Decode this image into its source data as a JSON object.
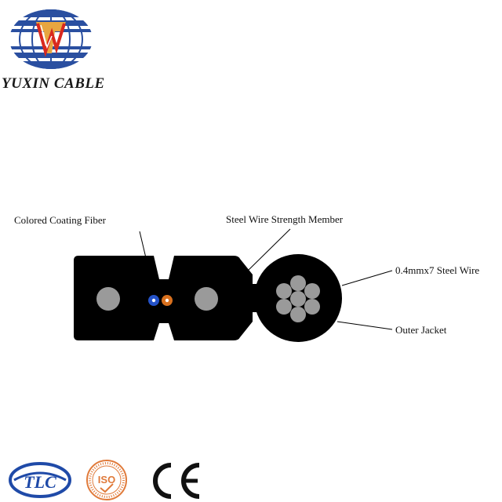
{
  "brand": {
    "name": "YUXIN CABLE",
    "logo_colors": {
      "blue": "#2a4fa0",
      "red": "#d9281e",
      "gold": "#e8a640"
    }
  },
  "diagram": {
    "callouts": {
      "colored_fiber": "Colored Coating Fiber",
      "steel_member": "Steel Wire Strength Member",
      "steel_wire": "0.4mmx7 Steel Wire",
      "outer_jacket": "Outer Jacket"
    },
    "colors": {
      "jacket": "#000000",
      "steel": "#9a9a9a",
      "fiber_blue": "#2452c8",
      "fiber_orange": "#d8701e"
    }
  },
  "certifications": {
    "tlc": "TLC",
    "iso": "ISO",
    "ce": "CE",
    "colors": {
      "tlc": "#1f4aa8",
      "iso": "#e07a3a",
      "ce": "#111111"
    }
  }
}
